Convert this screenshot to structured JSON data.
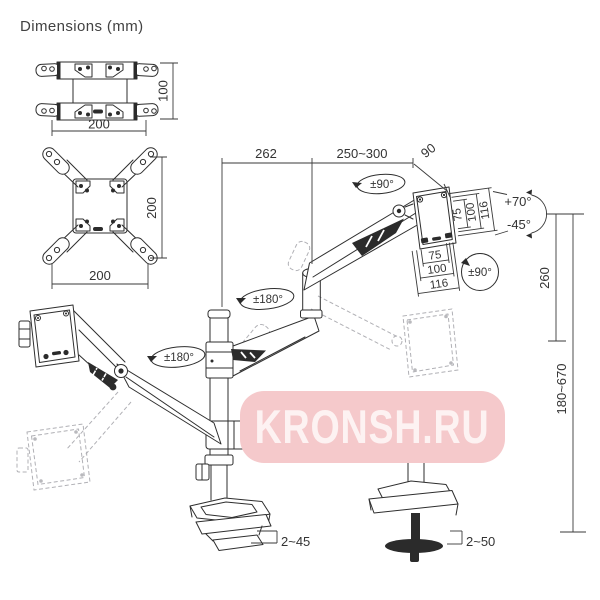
{
  "title": "Dimensions (mm)",
  "colors": {
    "line": "#2e2e2e",
    "ghost": "#b0b0b5",
    "watermark_bg": "#f5c9cb",
    "watermark_text": "#fdf2f2"
  },
  "bar_plate": {
    "height": "100",
    "width": "200"
  },
  "cross_plate": {
    "height": "200",
    "width": "200"
  },
  "mount": {
    "arm1_length": "262",
    "arm2_length": "250~300",
    "head_offset": "90",
    "swivel_top": "±90°",
    "rot_upper_arm": "±180°",
    "rot_lower_arm": "±180°",
    "vesa_side": [
      "75",
      "100",
      "116"
    ],
    "vesa_bottom": [
      "75",
      "100",
      "116"
    ],
    "tilt_up": "+70°",
    "tilt_down": "-45°",
    "plate_rotation": "±90°",
    "arm_height": "260",
    "pole_height_range": "180~670",
    "clamp_range": "2~45",
    "grommet_range": "2~50"
  },
  "watermark": {
    "text": "KRONSH.RU"
  }
}
